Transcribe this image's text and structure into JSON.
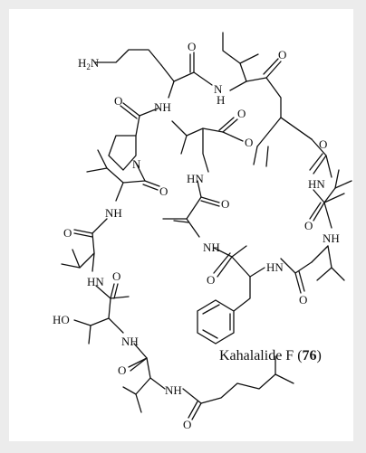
{
  "caption": {
    "name": "Kahalalide F",
    "number": "76"
  },
  "atom_labels": {
    "h2n": "H",
    "h2n_sub": "2",
    "h2n_n": "N",
    "o": "O",
    "nh": "NH",
    "hn": "HN",
    "n": "N",
    "h": "H",
    "ho": "HO"
  }
}
